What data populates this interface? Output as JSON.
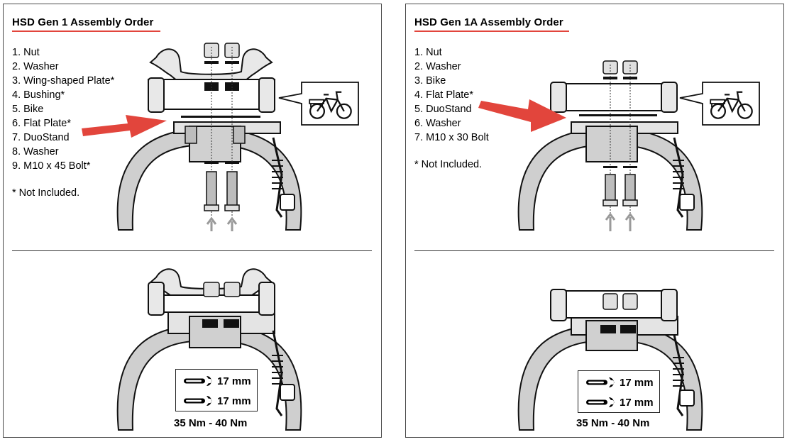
{
  "left": {
    "title": "HSD Gen 1 Assembly Order",
    "steps": [
      "1. Nut",
      "2. Washer",
      "3. Wing-shaped Plate*",
      "4. Bushing*",
      "5. Bike",
      "6. Flat Plate*",
      "7. DuoStand",
      "8. Washer",
      "9. M10 x 45 Bolt*"
    ],
    "note": "* Not Included.",
    "tools": [
      "17 mm",
      "17 mm"
    ],
    "torque": "35 Nm - 40 Nm"
  },
  "right": {
    "title": "HSD Gen 1A Assembly Order",
    "steps": [
      "1. Nut",
      "2. Washer",
      "3. Bike",
      "4. Flat Plate*",
      "5. DuoStand",
      "6. Washer",
      "7. M10 x 30 Bolt"
    ],
    "note": "* Not Included.",
    "tools": [
      "17 mm",
      "17 mm"
    ],
    "torque": "35 Nm - 40 Nm"
  },
  "colors": {
    "accent": "#e2453c",
    "frame": "#cfcfcf",
    "part": "#d8d8d8",
    "arrow": "#9a9a9a"
  },
  "icons": [
    "bike-icon",
    "wrench-icon",
    "arrow-icon"
  ]
}
